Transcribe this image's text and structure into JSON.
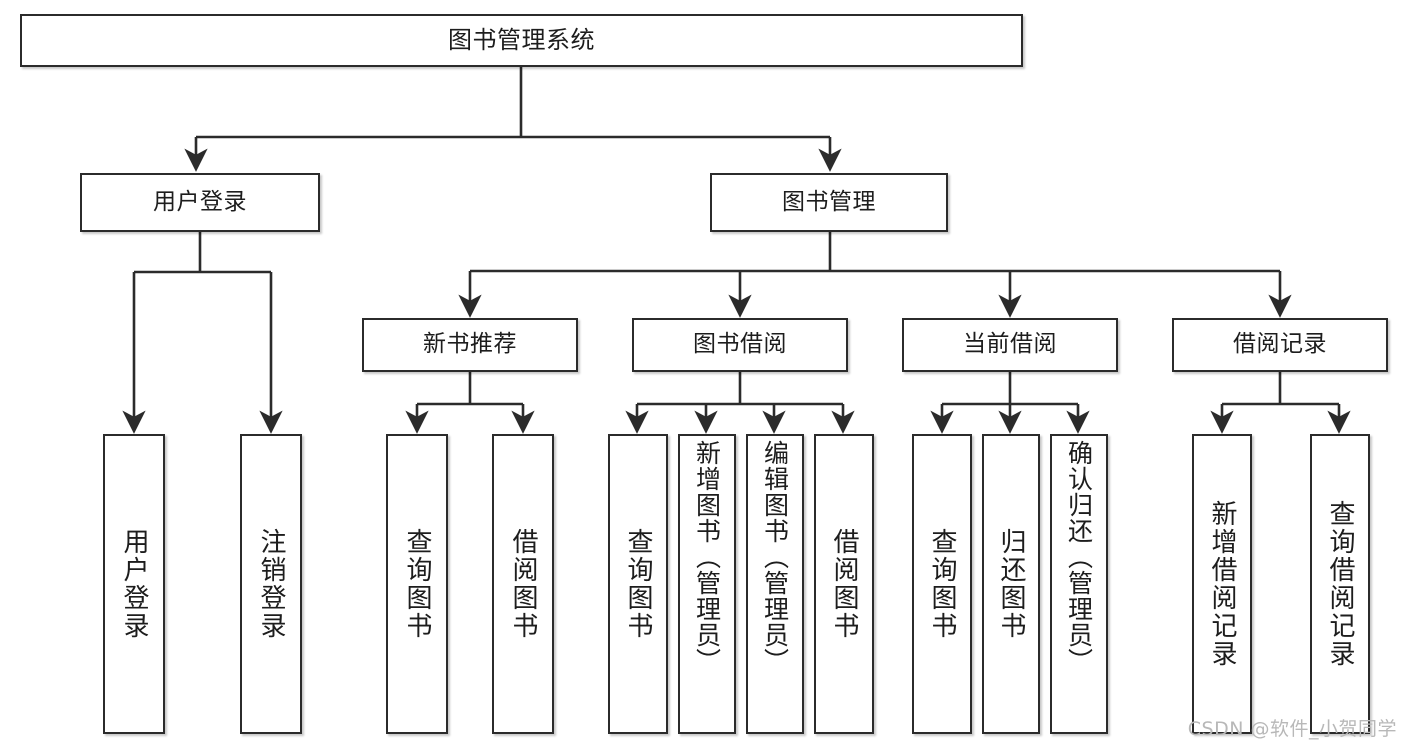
{
  "diagram": {
    "title": "图书管理系统",
    "type": "hierarchy-tree",
    "watermark": "CSDN @软件_小贺同学",
    "colors": {
      "box_border": "#2b2b2b",
      "box_fill": "#ffffff",
      "connector": "#2b2b2b",
      "text": "#1d1d1d",
      "watermark": "#b8b8b8"
    },
    "nodes": {
      "root": {
        "label": "图书管理系统"
      },
      "level1": [
        {
          "id": "user-login",
          "label": "用户登录"
        },
        {
          "id": "book-management",
          "label": "图书管理"
        }
      ],
      "level2": [
        {
          "id": "new-book-recommend",
          "label": "新书推荐"
        },
        {
          "id": "book-borrow",
          "label": "图书借阅"
        },
        {
          "id": "current-borrow",
          "label": "当前借阅"
        },
        {
          "id": "borrow-record",
          "label": "借阅记录"
        }
      ],
      "leaves": {
        "user-login": [
          {
            "id": "leaf-user-login",
            "label": "用户登录"
          },
          {
            "id": "leaf-logout-login",
            "label": "注销登录"
          }
        ],
        "new-book-recommend": [
          {
            "id": "leaf-query-book-1",
            "label": "查询图书"
          },
          {
            "id": "leaf-borrow-book-1",
            "label": "借阅图书"
          }
        ],
        "book-borrow": [
          {
            "id": "leaf-query-book-2",
            "label": "查询图书"
          },
          {
            "id": "leaf-add-book",
            "label": "新增图书（管理员）"
          },
          {
            "id": "leaf-edit-book",
            "label": "编辑图书（管理员）"
          },
          {
            "id": "leaf-borrow-book-2",
            "label": "借阅图书"
          }
        ],
        "current-borrow": [
          {
            "id": "leaf-query-book-3",
            "label": "查询图书"
          },
          {
            "id": "leaf-return-book",
            "label": "归还图书"
          },
          {
            "id": "leaf-confirm-return",
            "label": "确认归还（管理员）"
          }
        ],
        "borrow-record": [
          {
            "id": "leaf-add-record",
            "label": "新增借阅记录"
          },
          {
            "id": "leaf-query-record",
            "label": "查询借阅记录"
          }
        ]
      }
    }
  }
}
